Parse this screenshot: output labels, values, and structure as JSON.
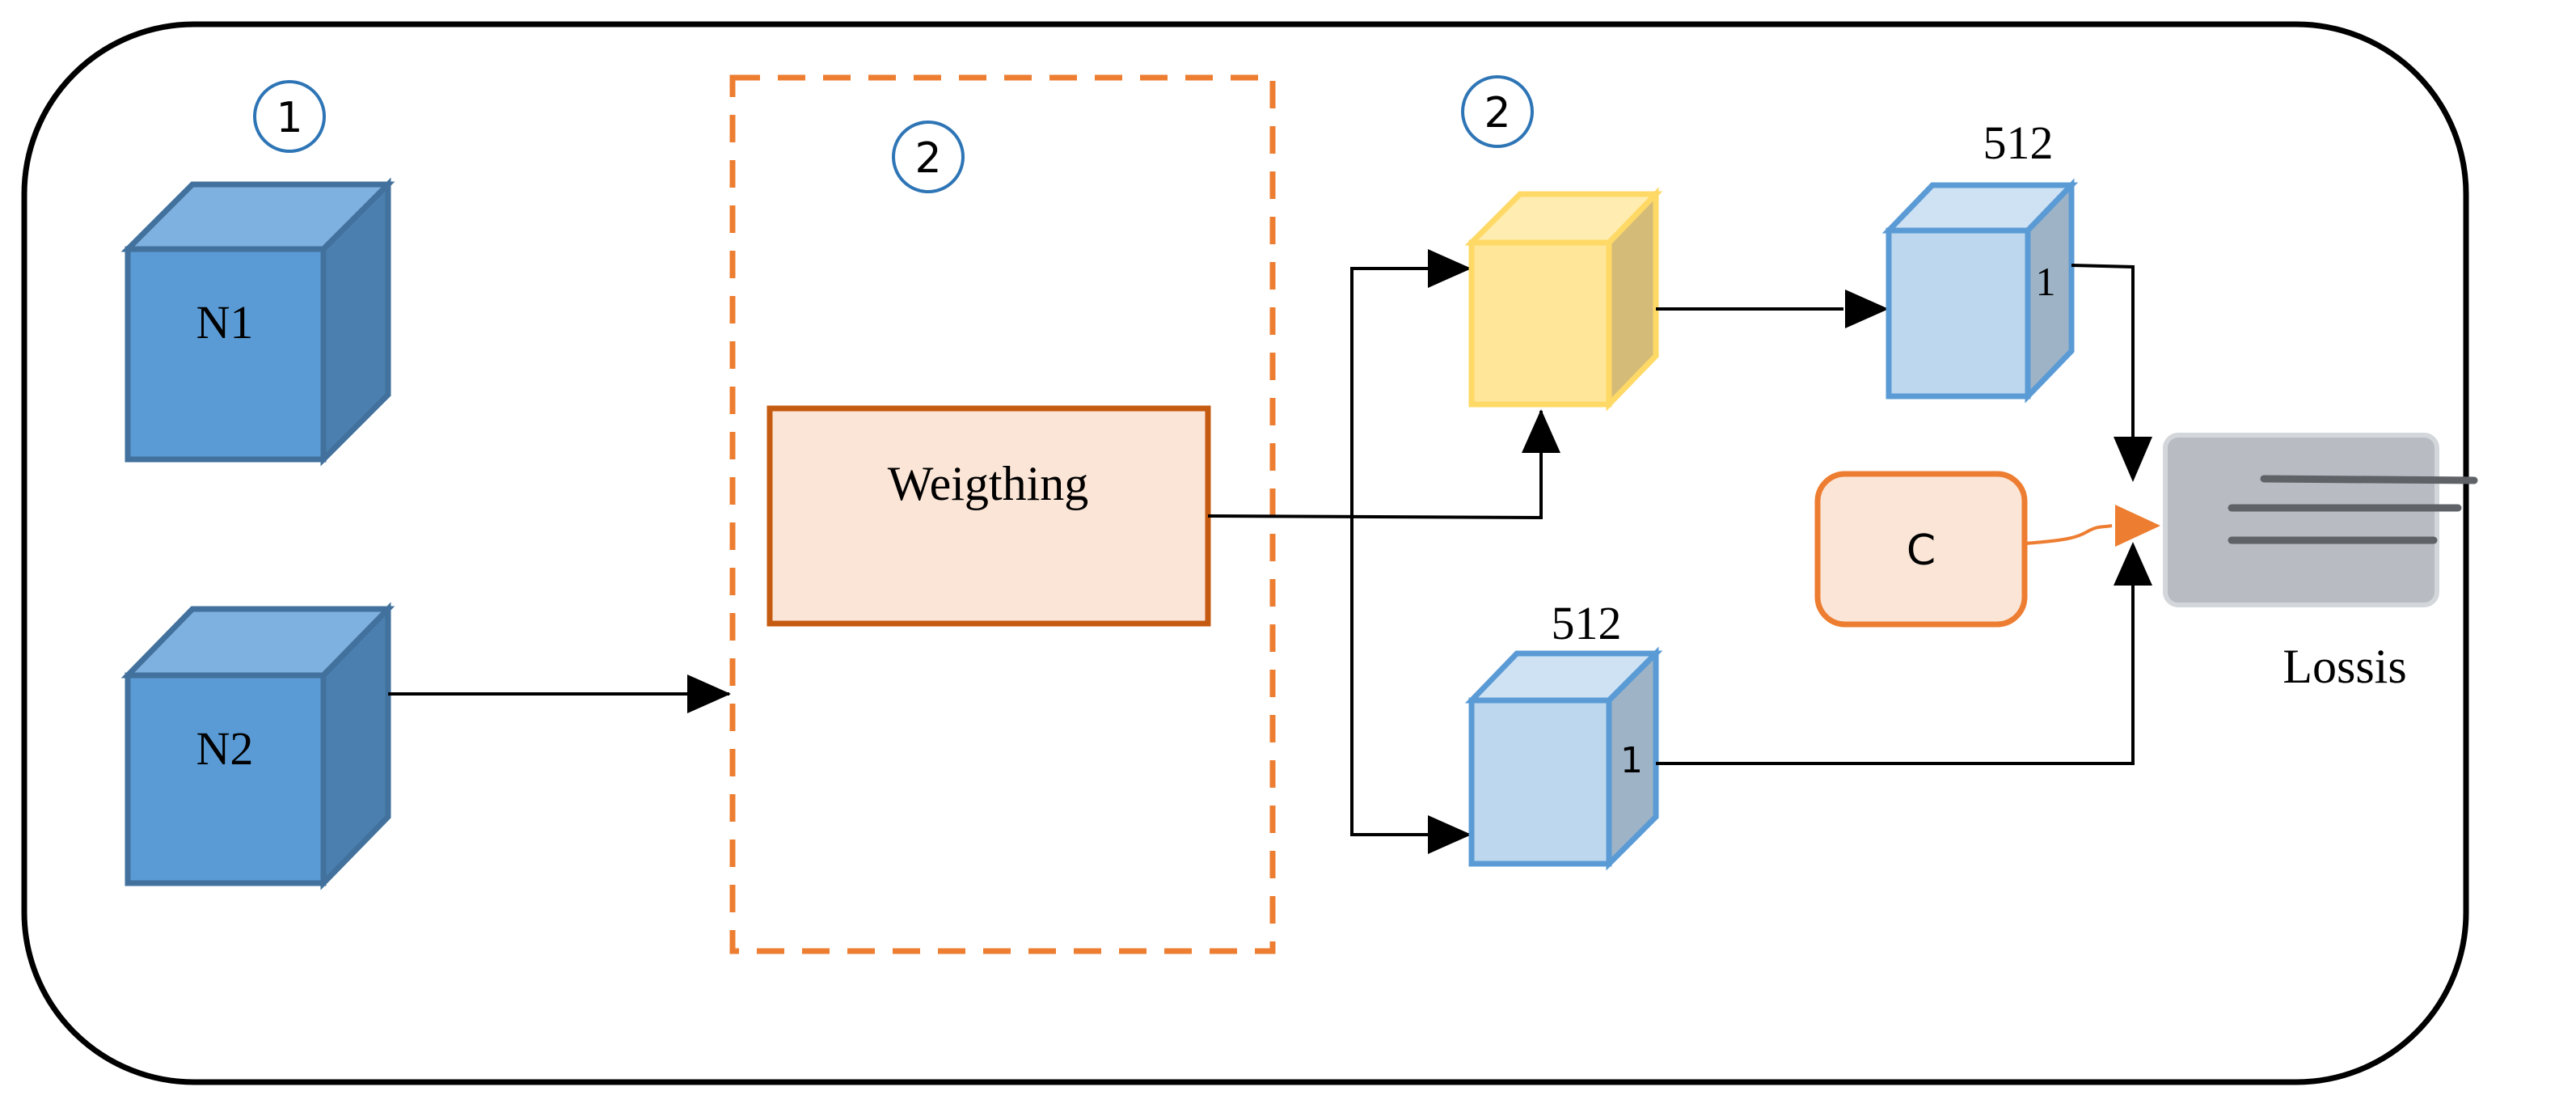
{
  "colors": {
    "frame": "#000000",
    "cube_dark_front": "#5b9bd5",
    "cube_dark_top": "#7eb0e0",
    "cube_dark_side": "#4a7fb0",
    "cube_dark_stroke": "#41719c",
    "cube_light_front": "#bdd7ee",
    "cube_light_top": "#cfe2f3",
    "cube_light_side": "#9fb3c6",
    "cube_light_stroke": "#5b9bd5",
    "cube_yellow_front": "#ffe699",
    "cube_yellow_top": "#ffecb0",
    "cube_yellow_side": "#d4bc78",
    "cube_yellow_stroke": "#ffd966",
    "dashed_box": "#ed7d31",
    "weighting_fill": "#fbe5d6",
    "weighting_stroke": "#c55a11",
    "c_box_fill": "#fbe5d6",
    "c_box_stroke": "#ed7d31",
    "loss_fill": "#b8bcc2",
    "badge_stroke": "#2e75b6"
  },
  "badges": {
    "b1": "1",
    "b2_box": "2",
    "b2_cube": "2"
  },
  "cubes": {
    "n1": "N1",
    "n2": "N2",
    "upper_dim": "512",
    "upper_side": "1",
    "lower_dim": "512",
    "lower_side": "1"
  },
  "weighting": {
    "label": "Weigthing"
  },
  "c_box": {
    "label": "C"
  },
  "loss": {
    "label": "Lossis",
    "icon": "lines-icon"
  }
}
